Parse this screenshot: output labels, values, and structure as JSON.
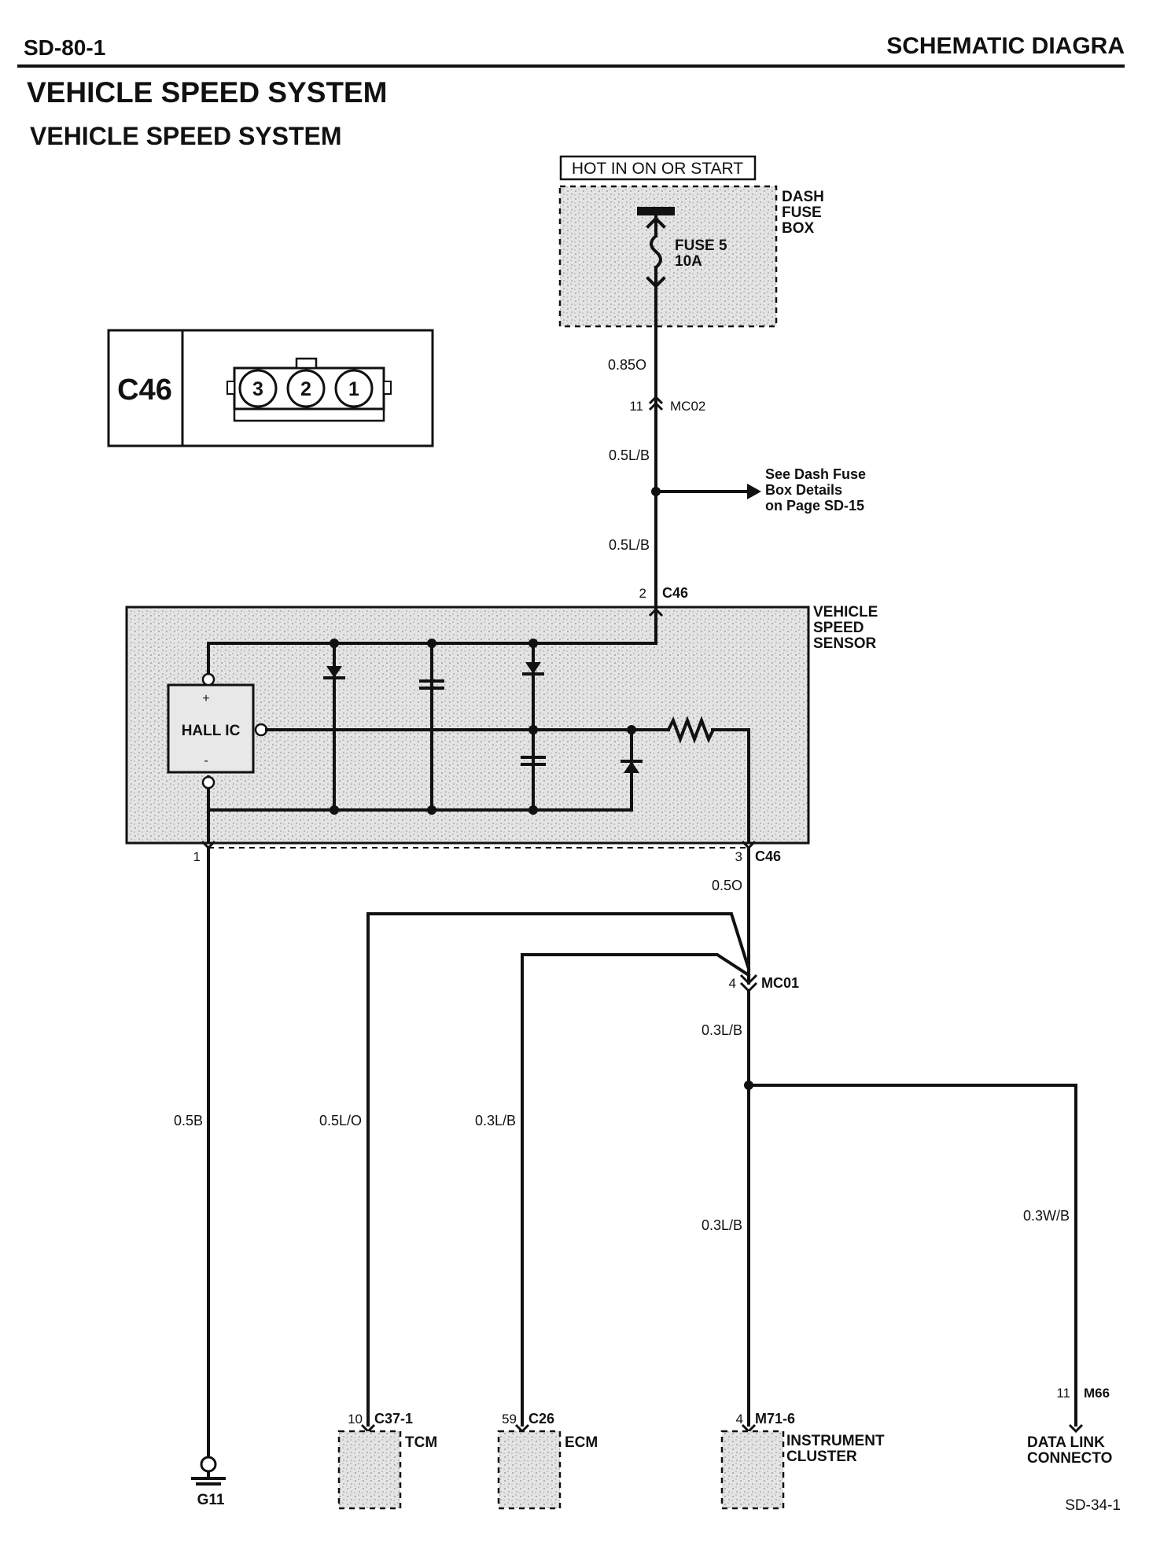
{
  "header": {
    "page_id": "SD-80-1",
    "section": "SCHEMATIC DIAGRA"
  },
  "titles": {
    "main": "VEHICLE SPEED SYSTEM",
    "sub": "VEHICLE SPEED SYSTEM"
  },
  "power": {
    "label": "HOT IN ON OR START"
  },
  "fuse_box": {
    "name_lines": [
      "DASH",
      "FUSE",
      "BOX"
    ],
    "fuse_name": "FUSE 5",
    "fuse_rating": "10A"
  },
  "connector_view": {
    "id": "C46",
    "pins": [
      "3",
      "2",
      "1"
    ]
  },
  "wires": {
    "w_0850": "0.85O",
    "w_05lb_a": "0.5L/B",
    "w_05lb_b": "0.5L/B",
    "w_05o": "0.5O",
    "w_03lb_a": "0.3L/B",
    "w_05b": "0.5B",
    "w_05lo": "0.5L/O",
    "w_03lb_ecm": "0.3L/B",
    "w_03lb_b": "0.3L/B",
    "w_03wb": "0.3W/B"
  },
  "connectors": {
    "mc02_pin": "11",
    "mc02": "MC02",
    "c46_pin2": "2",
    "c46_top": "C46",
    "c46_pin1": "1",
    "c46_pin3": "3",
    "c46_bot": "C46",
    "mc01_pin": "4",
    "mc01": "MC01"
  },
  "reference": {
    "lines": [
      "See Dash Fuse",
      "Box Details",
      "on Page SD-15"
    ]
  },
  "sensor": {
    "name_lines": [
      "VEHICLE",
      "SPEED",
      "SENSOR"
    ],
    "ic_label": "HALL IC",
    "ic_plus": "+",
    "ic_minus": "-"
  },
  "loads": {
    "tcm": {
      "pin": "10",
      "conn": "C37-1",
      "name": "TCM"
    },
    "ecm": {
      "pin": "59",
      "conn": "C26",
      "name": "ECM"
    },
    "cluster": {
      "pin": "4",
      "conn": "M71-6",
      "name_lines": [
        "INSTRUMENT",
        "CLUSTER"
      ]
    },
    "dlc": {
      "pin": "11",
      "conn": "M66",
      "name_lines": [
        "DATA LINK",
        "CONNECTO"
      ]
    }
  },
  "ground": {
    "id": "G11"
  },
  "footer": {
    "page_ref": "SD-34-1"
  }
}
